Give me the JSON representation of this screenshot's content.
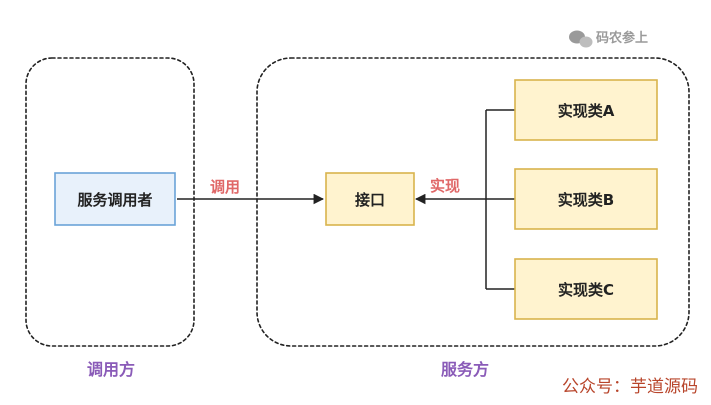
{
  "watermark_top": "码农参上",
  "watermark_bottom": "公众号：芋道源码",
  "regions": {
    "caller": "调用方",
    "service": "服务方"
  },
  "nodes": {
    "caller": "服务调用者",
    "interface": "接口",
    "impl_a": "实现类A",
    "impl_b": "实现类B",
    "impl_c": "实现类C"
  },
  "edges": {
    "call": "调用",
    "implement": "实现"
  },
  "colors": {
    "caller_fill": "#e8f1fb",
    "caller_stroke": "#6aa3d8",
    "impl_fill": "#fff3cf",
    "impl_stroke": "#d8b44c",
    "edge_label": "#e06868",
    "region_label": "#8a5bb8"
  }
}
